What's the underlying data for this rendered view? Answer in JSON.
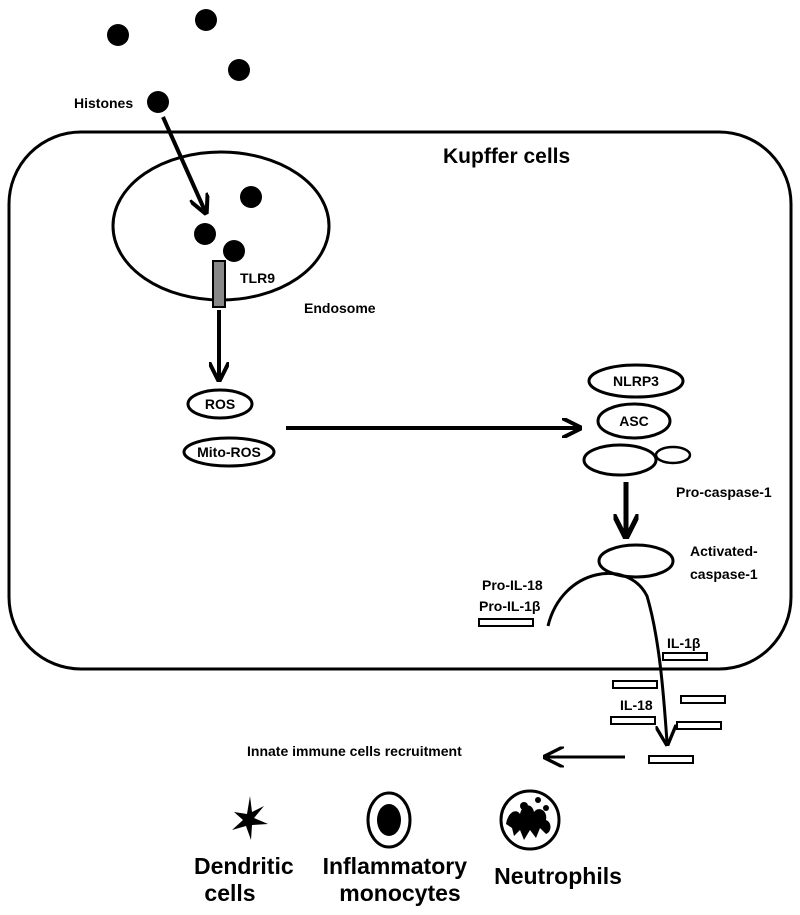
{
  "diagram": {
    "title": "Kupffer cells",
    "labels": {
      "histones": "Histones",
      "tlr9": "TLR9",
      "endosome": "Endosome",
      "ros": "ROS",
      "mito_ros": "Mito-ROS",
      "nlrp3": "NLRP3",
      "asc": "ASC",
      "pro_caspase_1": "Pro-caspase-1",
      "activated_line1": "Activated-",
      "activated_line2": "caspase-1",
      "pro_il18": "Pro-IL-18",
      "pro_il1b": "Pro-IL-1β",
      "il1b": "IL-1β",
      "il18": "IL-18",
      "recruitment": "Innate immune cells recruitment"
    },
    "cell_types": {
      "dendritic_line1": "Dendritic",
      "dendritic_line2": "cells",
      "monocytes_line1": "Inflammatory",
      "monocytes_line2": "monocytes",
      "neutrophils": "Neutrophils"
    },
    "colors": {
      "stroke": "#000000",
      "tlr9_fill": "#888888",
      "background": "#ffffff"
    }
  }
}
